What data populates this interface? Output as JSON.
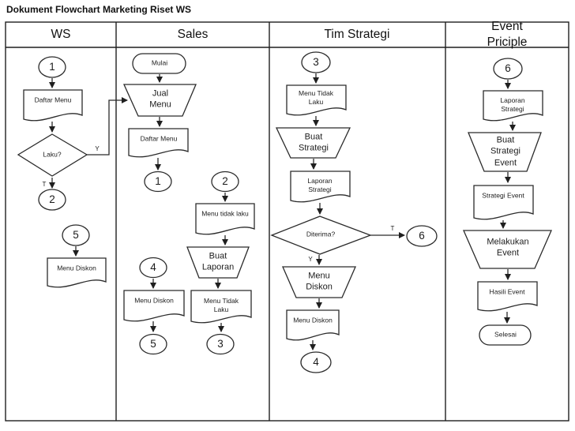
{
  "title": "Dokument Flowchart Marketing Riset WS",
  "lanes": {
    "ws": "WS",
    "sales": "Sales",
    "tim": "Tim Strategi",
    "event": "Event Priciple"
  },
  "ws": {
    "c1": "1",
    "doc_daftar": "Daftar Menu",
    "laku": "Laku?",
    "y": "Y",
    "t": "T",
    "c2": "2",
    "c5": "5",
    "doc_diskon": "Menu Diskon"
  },
  "sales": {
    "mulai": "Mulai",
    "jual": "Jual\nMenu",
    "doc_daftar": "Daftar Menu",
    "c1": "1",
    "c2": "2",
    "doc_tidak_laku": "Menu tidak laku",
    "buat_laporan": "Buat\nLaporan",
    "c4": "4",
    "doc_diskon": "Menu Diskon",
    "doc_tidak_laku2": "Menu Tidak\nLaku",
    "c5": "5",
    "c3": "3"
  },
  "tim": {
    "c3": "3",
    "doc_tidak_laku": "Menu Tidak\nLaku",
    "buat_strategi": "Buat\nStrategi",
    "doc_laporan": "Laporan\nStrategi",
    "diterima": "Diterima?",
    "t": "T",
    "c6": "6",
    "y": "Y",
    "trap_diskon": "Menu\nDiskon",
    "doc_diskon": "Menu Diskon",
    "c4": "4"
  },
  "event": {
    "c6": "6",
    "doc_laporan": "Laporan\nStrategi",
    "buat_strategi_event": "Buat\nStrategi\nEvent",
    "doc_strategi": "Strategi Event",
    "melakukan": "Melakukan\nEvent",
    "doc_hasil": "Hasili Event",
    "selesai": "Selesai"
  }
}
